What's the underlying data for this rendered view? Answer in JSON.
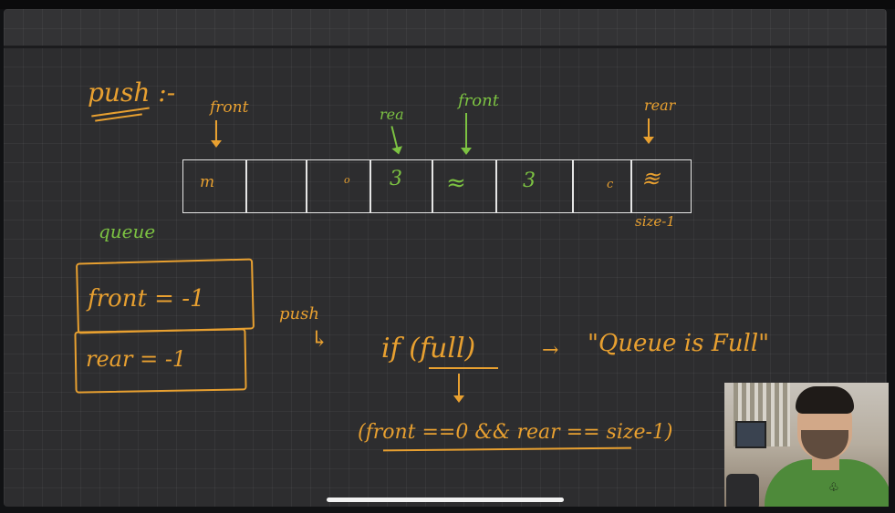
{
  "title": "push :-",
  "array_labels": {
    "front_left": "front",
    "rear_mid": "rea",
    "front_mid": "front",
    "rear_right": "rear",
    "size_label": "size-1"
  },
  "cells": [
    "m",
    "",
    "o",
    "3",
    "≈",
    "3",
    "c",
    "≋"
  ],
  "queue_label": "queue",
  "init": {
    "front": "front = -1",
    "rear": "rear = -1"
  },
  "logic": {
    "push_label": "push",
    "condition": "if (full)",
    "result": "\"Queue is Full\"",
    "detail": "(front ==0 && rear == size-1)"
  }
}
